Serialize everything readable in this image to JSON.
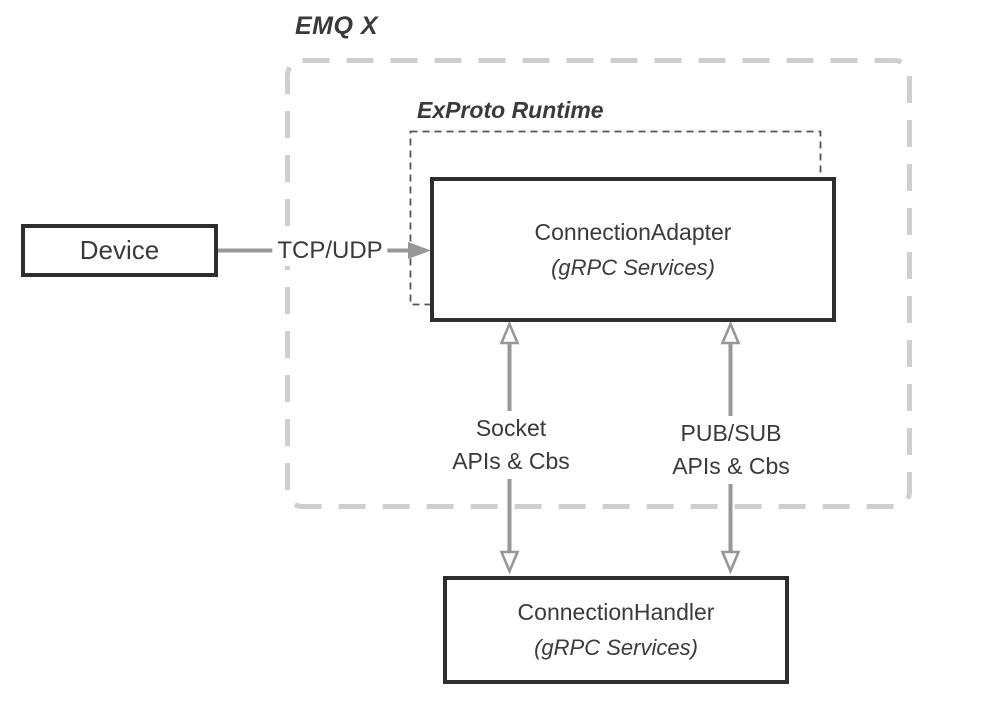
{
  "diagram": {
    "emqx_label": "EMQ X",
    "exproto_label": "ExProto Runtime",
    "nodes": {
      "device": {
        "label": "Device"
      },
      "adapter": {
        "title": "ConnectionAdapter",
        "subtitle": "(gRPC Services)"
      },
      "handler": {
        "title": "ConnectionHandler",
        "subtitle": "(gRPC Services)"
      }
    },
    "edges": {
      "tcp_udp": {
        "label": "TCP/UDP"
      },
      "socket": {
        "line1": "Socket",
        "line2": "APIs & Cbs"
      },
      "pubsub": {
        "line1": "PUB/SUB",
        "line2": "APIs & Cbs"
      }
    },
    "colors": {
      "outer_dash": "#cfcfcf",
      "inner_dash": "#555555",
      "box_border": "#2e2e2e",
      "arrow": "#979797",
      "text": "#3a3a3a"
    }
  }
}
